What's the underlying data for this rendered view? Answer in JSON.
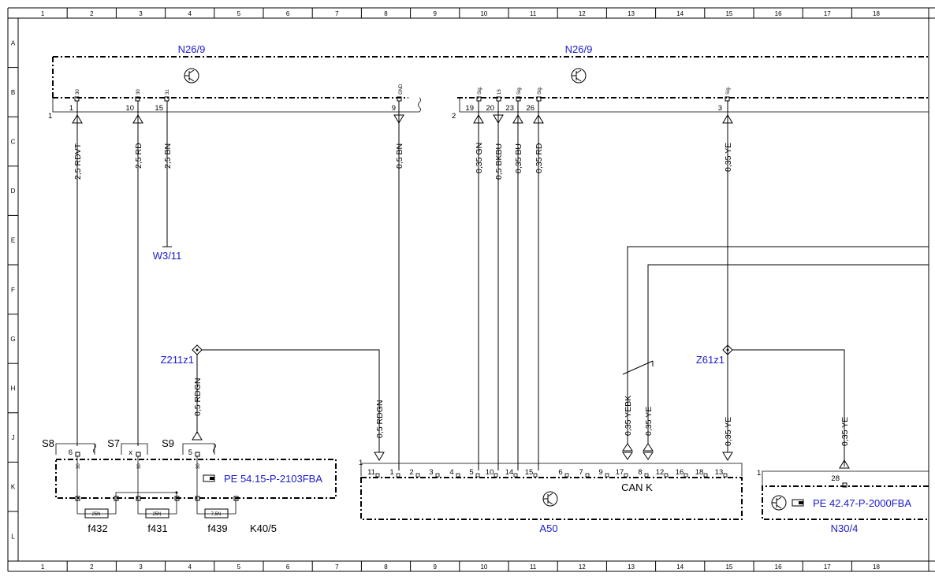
{
  "frame": {
    "columns": [
      "1",
      "2",
      "3",
      "4",
      "5",
      "6",
      "7",
      "8",
      "9",
      "10",
      "11",
      "12",
      "13",
      "14",
      "15",
      "16",
      "17",
      "18"
    ],
    "rows": [
      "A",
      "B",
      "C",
      "D",
      "E",
      "F",
      "G",
      "H",
      "J",
      "K",
      "L"
    ]
  },
  "components": {
    "n26_left": "N26/9",
    "n26_right": "N26/9",
    "w3": "W3/11",
    "z211": "Z211z1",
    "z61": "Z61z1",
    "k40": "K40/5",
    "a50": "A50",
    "n30": "N30/4",
    "can": "CAN K"
  },
  "refs": {
    "k40": "PE 54.15-P-2103FBA",
    "n30": "PE 42.47-P-2000FBA"
  },
  "n26_left": {
    "block_no": "1",
    "pins": [
      {
        "no": "1",
        "sig": "30"
      },
      {
        "no": "10",
        "sig": "30"
      },
      {
        "no": "15",
        "sig": "31"
      },
      {
        "no": "9",
        "sig": "GND"
      }
    ]
  },
  "n26_right": {
    "block_no": "2",
    "pins": [
      {
        "no": "19",
        "sig": "Sig."
      },
      {
        "no": "20",
        "sig": "15"
      },
      {
        "no": "23",
        "sig": "Sig."
      },
      {
        "no": "26",
        "sig": "Sig."
      },
      {
        "no": "3",
        "sig": "Sig."
      }
    ]
  },
  "wires": {
    "w1": "2,5 RDVT",
    "w2": "2,5 RD",
    "w3": "2,5 BN",
    "w4": "0,5 BN",
    "w5": "0,35 GN",
    "w6": "0,5 BKBU",
    "w7": "0,35 BU",
    "w8": "0,35 RD",
    "w9": "0,35 YE",
    "w10": "0,5 RDGN",
    "w11": "0,5 RDGN",
    "w12": "0,35 YEBK",
    "w13": "0,35 YE",
    "w14": "0,35 YE",
    "w15": "0,35 YE"
  },
  "k40": {
    "slots": [
      {
        "name": "S8",
        "pin": "6",
        "sig": "30"
      },
      {
        "name": "S7",
        "pin": "x",
        "sig": "30"
      },
      {
        "name": "S9",
        "pin": "5",
        "sig": "30"
      }
    ],
    "fuses": [
      {
        "name": "f432",
        "rating": "25N"
      },
      {
        "name": "f431",
        "rating": "25N"
      },
      {
        "name": "f439",
        "rating": "7,5N"
      }
    ]
  },
  "a50": {
    "block_no": "1",
    "pins": [
      "11",
      "1",
      "2",
      "3",
      "4",
      "5",
      "10",
      "14",
      "15",
      "6",
      "7",
      "9",
      "17",
      "8",
      "12",
      "16",
      "18",
      "13"
    ]
  },
  "n30": {
    "block_no": "1",
    "pin": "28"
  }
}
